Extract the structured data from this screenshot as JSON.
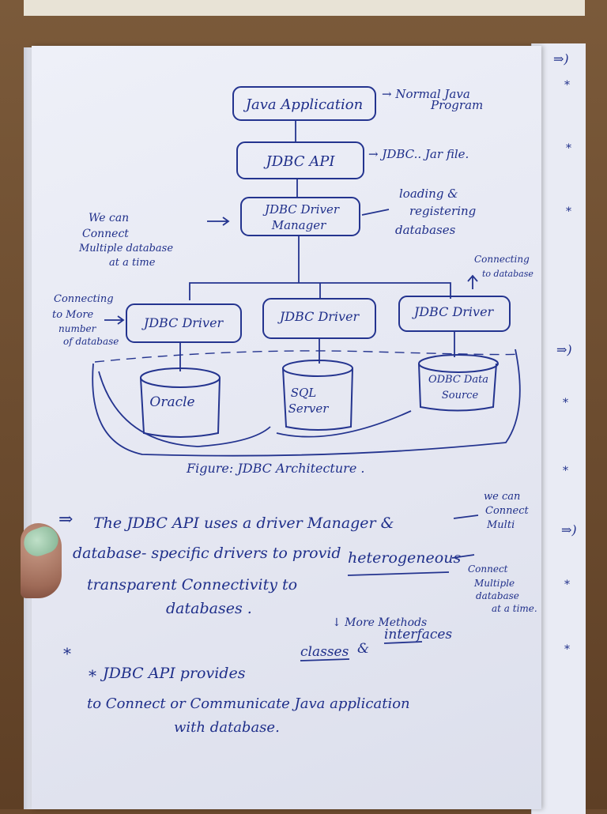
{
  "diagram": {
    "nodes": {
      "app": "Java Application",
      "api": "JDBC API",
      "manager_l1": "JDBC Driver",
      "manager_l2": "Manager",
      "driver1": "JDBC Driver",
      "driver2": "JDBC Driver",
      "driver3": "JDBC Driver",
      "db1": "Oracle",
      "db2_l1": "SQL",
      "db2_l2": "Server",
      "db3_l1": "ODBC Data",
      "db3_l2": "Source"
    },
    "notes": {
      "app_l1": "→ Normal Java",
      "app_l2": "Program",
      "api": "→ JDBC.. Jar file.",
      "manager_l1": "loading &",
      "manager_l2": "registering",
      "manager_l3": "databases",
      "left_l1": "We can",
      "left_l2": "Connect",
      "left_l3": "Multiple database",
      "left_l4": "at a time",
      "conn_l1": "Connecting",
      "conn_l2": "to More",
      "conn_l3": "number",
      "conn_l4": "of database",
      "right_l1": "Connecting",
      "right_l2": "to database"
    },
    "caption": "Figure: JDBC Architecture ."
  },
  "text": {
    "para1_l1": "The JDBC API uses a driver Manager &",
    "para1_l2": "database- specific drivers to provid",
    "para1_l3a": "transparent Connectivity to",
    "para1_l3b": "heterogeneous",
    "para1_l4": "databases .",
    "side_l1": "we can",
    "side_l2": "Connect",
    "side_l3": "Multi",
    "side2_l1": "Connect",
    "side2_l2": "Multiple",
    "side2_l3": "database",
    "side2_l4": "at a time.",
    "more_methods": "↓ More Methods",
    "bullet_l1a": "JDBC API provides",
    "bullet_l1b": "classes",
    "bullet_l1c": "&",
    "bullet_l1d": "interfaces",
    "bullet_l2": "to Connect or Communicate Java application",
    "bullet_l3": "with database."
  },
  "margin_marks": {
    "arrow_mark": "⇒",
    "star": "*",
    "right_arrow": "⇒)",
    "right_star": "*"
  }
}
